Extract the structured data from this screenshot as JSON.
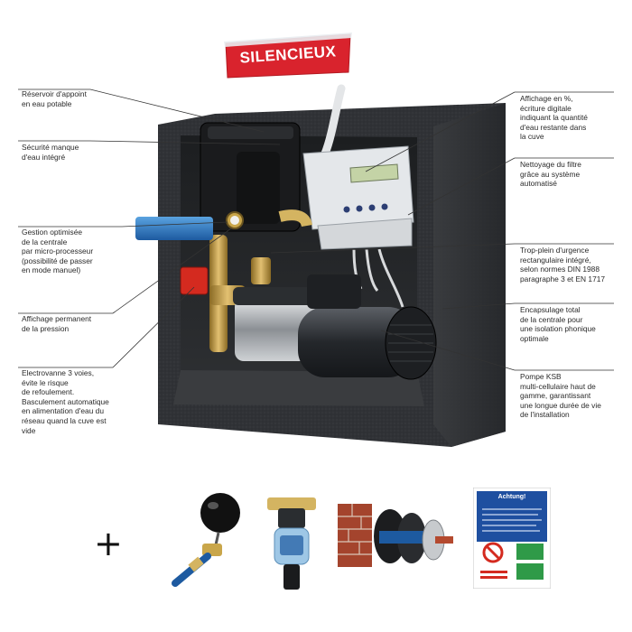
{
  "badge": {
    "text": "SILENCIEUX",
    "color": "#d9232d"
  },
  "labels_left": [
    {
      "id": "reservoir",
      "text": "Réservoir d'appoint\nen eau potable"
    },
    {
      "id": "securite",
      "text": "Sécurité manque\nd'eau intégré"
    },
    {
      "id": "gestion",
      "text": "Gestion optimisée\nde la centrale\npar micro-processeur\n(possibilité de passer\nen mode manuel)"
    },
    {
      "id": "affichage-pression",
      "text": "Affichage permanent\nde la pression"
    },
    {
      "id": "electrovanne",
      "text": "Electrovanne 3 voies,\névite le risque\nde refoulement.\nBasculement automatique\nen alimentation d'eau du\nréseau quand la cuve est\nvide"
    }
  ],
  "labels_right": [
    {
      "id": "affichage-pct",
      "text": "Affichage en %,\nécriture digitale\nindiquant la quantité\nd'eau restante dans\nla cuve"
    },
    {
      "id": "nettoyage",
      "text": "Nettoyage du filtre\ngrâce au système\nautomatisé"
    },
    {
      "id": "trop-plein",
      "text": "Trop-plein d'urgence\nrectangulaire intégré,\nselon normes DIN 1988\nparagraphe 3 et EN 1717"
    },
    {
      "id": "encapsulage",
      "text": "Encapsulage total\nde la centrale pour\nune isolation phonique\noptimale"
    },
    {
      "id": "pompe",
      "text": "Pompe KSB\nmulti-cellulaire haut de\ngamme, garantissant\nune longue durée de vie\nde l'installation"
    }
  ],
  "accessories": {
    "plus_symbol": "+",
    "sign_title": "Achtung!"
  }
}
